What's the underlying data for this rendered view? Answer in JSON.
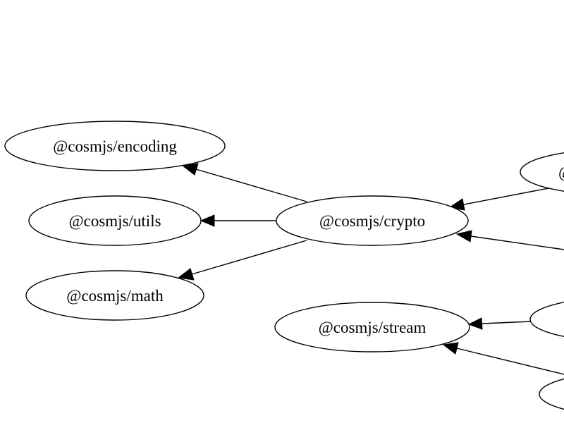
{
  "graph": {
    "nodes": [
      {
        "id": "encoding",
        "label": "@cosmjs/encoding"
      },
      {
        "id": "utils",
        "label": "@cosmjs/utils"
      },
      {
        "id": "math",
        "label": "@cosmjs/math"
      },
      {
        "id": "crypto",
        "label": "@cosmjs/crypto"
      },
      {
        "id": "stream",
        "label": "@cosmjs/stream"
      },
      {
        "id": "offscreen-top",
        "label": "@"
      },
      {
        "id": "offscreen-mid",
        "label": ""
      },
      {
        "id": "offscreen-bottom",
        "label": ""
      }
    ],
    "edges": [
      {
        "from": "crypto",
        "to": "encoding"
      },
      {
        "from": "crypto",
        "to": "utils"
      },
      {
        "from": "crypto",
        "to": "math"
      },
      {
        "from": "offscreen-top",
        "to": "crypto"
      },
      {
        "from": "offscreen-right",
        "to": "crypto"
      },
      {
        "from": "offscreen-mid",
        "to": "stream"
      },
      {
        "from": "offscreen-bottom",
        "to": "stream"
      }
    ]
  }
}
